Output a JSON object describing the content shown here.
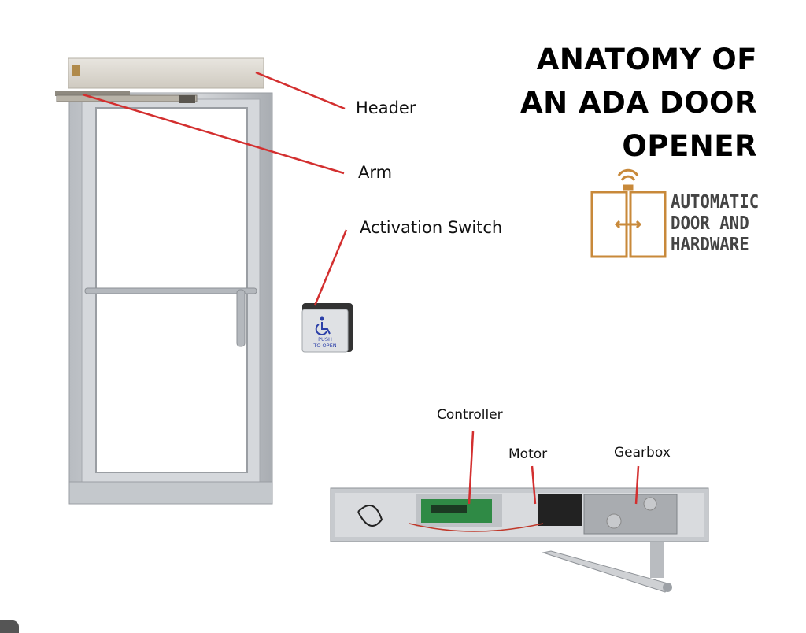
{
  "title": {
    "lines": [
      "ANATOMY OF",
      "AN ADA DOOR",
      "OPENER"
    ]
  },
  "labels": {
    "header": "Header",
    "arm": "Arm",
    "activation_switch": "Activation Switch",
    "controller": "Controller",
    "motor": "Motor",
    "gearbox": "Gearbox"
  },
  "switch": {
    "lines": [
      "PUSH",
      "TO OPEN"
    ]
  },
  "logo": {
    "lines": [
      "AUTOMATIC",
      "DOOR AND",
      "HARDWARE"
    ]
  },
  "colors": {
    "callout": "#d32f2f",
    "logo": "#c8893a",
    "aluminum": "#c9ccd0"
  }
}
